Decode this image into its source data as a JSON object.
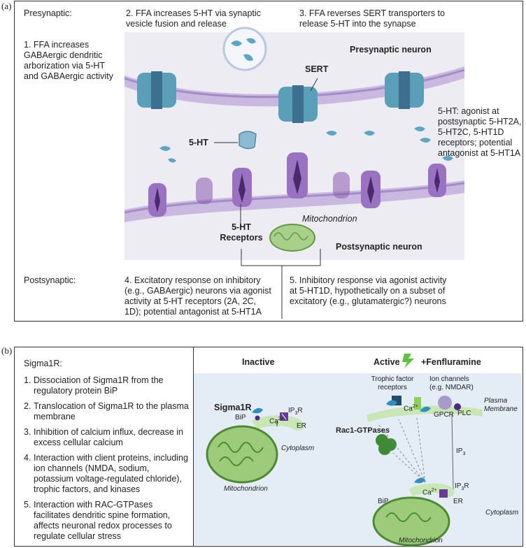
{
  "panel_a": {
    "label": "(a)",
    "presynaptic_label": "Presynaptic:",
    "step1": "1. FFA increases GABAergic dendritic arborization via 5-HT and GABAergic activity",
    "step2": "2. FFA increases 5-HT via synaptic vesicle fusion and release",
    "step3": "3. FFA reverses SERT transporters to release 5-HT into the synapse",
    "presynaptic_neuron": "Presynaptic neuron",
    "sert": "SERT",
    "five_ht": "5-HT",
    "side_note": "5-HT: agonist at postsynaptic 5-HT2A, 5-HT2C, 5-HT1D receptors; potential antagonist at 5-HT1A",
    "mitochondrion": "Mitochondrion",
    "receptors": "5-HT Receptors",
    "postsynaptic_neuron": "Postsynaptic neuron",
    "postsynaptic_label": "Postsynaptic:",
    "step4": "4. Excitatory response on inhibitory (e.g., GABAergic) neurons via agonist activity at 5-HT receptors (2A, 2C, 1D); potential antagonist at 5-HT1A",
    "step5": "5. Inhibitory response via agonist activity at 5-HT1D, hypothetically on a subset of excitatory (e.g., glutamatergic?) neurons"
  },
  "panel_b": {
    "label": "(b)",
    "title": "Sigma1R:",
    "items": [
      {
        "num": "1.",
        "text": "Dissociation of Sigma1R from the regulatory protein BiP"
      },
      {
        "num": "2.",
        "text": "Translocation of Sigma1R to the plasma membrane"
      },
      {
        "num": "3.",
        "text": "Inhibition of calcium influx, decrease in excess cellular calcium"
      },
      {
        "num": "4.",
        "text": "Interaction with client proteins, including ion channels (NMDA, sodium, potassium voltage-regulated chloride), trophic factors, and kinases"
      },
      {
        "num": "5.",
        "text": "Interaction with RAC-GTPases facilitates dendritic spine formation, affects neuronal redox processes to regulate cellular stress"
      }
    ],
    "inactive": "Inactive",
    "active": "Active",
    "fenfluramine": "+Fenfluramine",
    "sigma1r": "Sigma1R",
    "bip": "BiP",
    "ca": "Ca",
    "ip3r": "IP",
    "er": "ER",
    "cytoplasm": "Cytoplasm",
    "mitochondrion": "Mitochondrion",
    "trophic": "Trophic factor receptors",
    "ion_channels": "Ion channels (e.g. NMDAR)",
    "plasma_membrane": "Plasma Membrane",
    "gpcr": "GPCR",
    "plc": "PLC",
    "ip3": "IP",
    "rac1": "Rac1-GTPases",
    "sub3": "3",
    "sup2": "2+"
  },
  "colors": {
    "membrane": "#b9a6d6",
    "sert": "#4a8fa8",
    "receptor": "#8a5ab0",
    "cell_bg": "#eceaf2",
    "mito": "#6fab4c",
    "er": "#c6e2b3",
    "panel_b_bg": "#e7eef7"
  }
}
